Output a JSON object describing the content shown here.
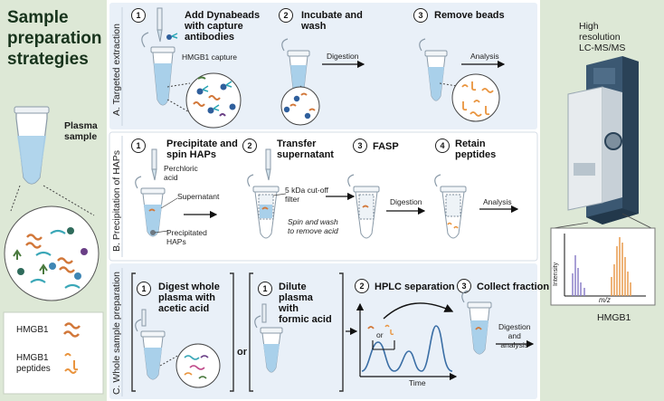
{
  "title_lines": [
    "Sample",
    "preparation",
    "strategies"
  ],
  "plasma_label_lines": [
    "Plasma",
    "sample"
  ],
  "legend": {
    "item1": "HMGB1",
    "item2_lines": [
      "HMGB1",
      "peptides"
    ]
  },
  "colors": {
    "left_panel": "#dde8d6",
    "right_panel": "#dde8d6",
    "row_bg": "#e9f0f8",
    "tube_liquid": "#a9d0ea",
    "ms_body": "#3b5872",
    "chrom_purple": "#8c80c8",
    "chrom_orange": "#e99a4d"
  },
  "rowA": {
    "label": "A. Targeted extraction",
    "steps": [
      {
        "num": "1",
        "lines": [
          "Add Dynabeads",
          "with capture",
          "antibodies"
        ]
      },
      {
        "num": "2",
        "lines": [
          "Incubate and",
          "wash"
        ]
      },
      {
        "num": "3",
        "lines": [
          "Remove beads"
        ]
      }
    ],
    "capture_label": "HMGB1 capture",
    "arrow_labels": [
      "Digestion",
      "Analysis"
    ]
  },
  "rowB": {
    "label": "B. Precipitation of HAPs",
    "steps": [
      {
        "num": "1",
        "lines": [
          "Precipitate and",
          "spin HAPs"
        ]
      },
      {
        "num": "2",
        "lines": [
          "Transfer",
          "supernatant"
        ]
      },
      {
        "num": "3",
        "lines": [
          "FASP"
        ]
      },
      {
        "num": "4",
        "lines": [
          "Retain",
          "peptides"
        ]
      }
    ],
    "perchloric_lines": [
      "Perchloric",
      "acid"
    ],
    "supernatant": "Supernatant",
    "precipitated_lines": [
      "Precipitated",
      "HAPs"
    ],
    "filter_lines": [
      "5 kDa cut-off",
      "filter"
    ],
    "spin_lines": [
      "Spin and wash",
      "to remove acid"
    ],
    "arrow_labels": [
      "Digestion",
      "Analysis"
    ]
  },
  "rowC": {
    "label": "C. Whole sample preparation",
    "steps": [
      {
        "num": "1",
        "lines": [
          "Digest whole",
          "plasma with",
          "acetic acid"
        ]
      },
      {
        "num": "1",
        "lines": [
          "Dilute",
          "plasma",
          "with",
          "formic acid"
        ]
      },
      {
        "num": "2",
        "lines": [
          "HPLC separation"
        ]
      },
      {
        "num": "3",
        "lines": [
          "Collect fraction"
        ]
      }
    ],
    "or_word": "or",
    "hplc_or": "or",
    "time_label": "Time",
    "arrow_labels": [
      "Digestion",
      "and",
      "analysis"
    ]
  },
  "instrument": {
    "label_lines": [
      "High",
      "resolution",
      "LC-MS/MS"
    ],
    "spectrum_ylabel": "Intensity",
    "spectrum_xlabel": "m/z",
    "protein": "HMGB1"
  }
}
